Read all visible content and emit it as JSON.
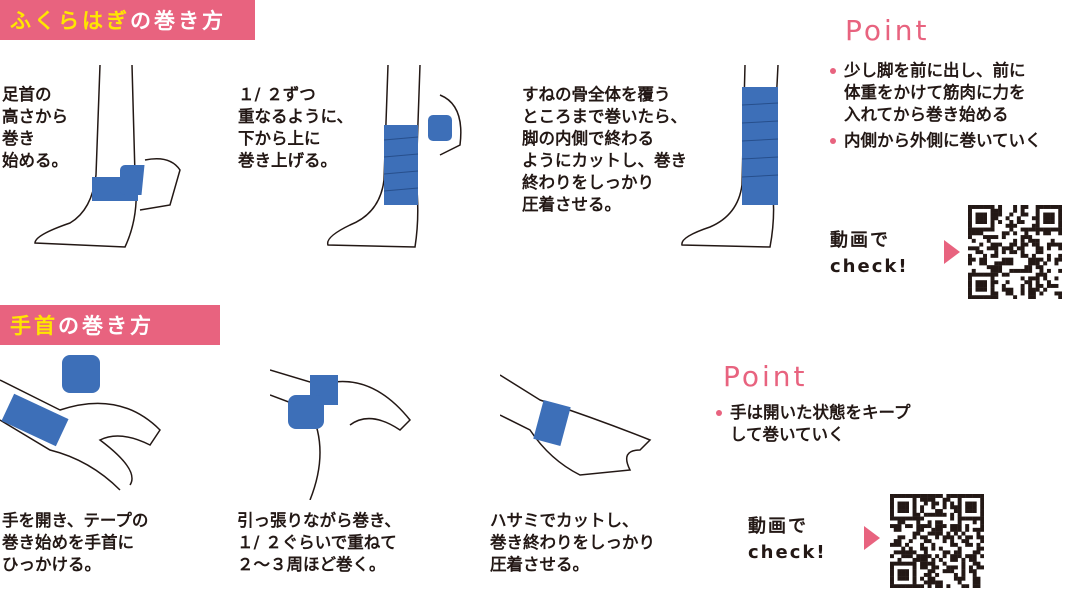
{
  "calf": {
    "title_highlight": "ふくらはぎ",
    "title_rest": "の巻き方",
    "steps": [
      "足首の\n高さから\n巻き\n始める。",
      "１/ ２ずつ\n重なるように、\n下から上に\n巻き上げる。",
      "すねの骨全体を覆う\nところまで巻いたら、\n脚の内側で終わる\nようにカットし、巻き\n終わりをしっかり\n圧着させる。"
    ],
    "point_title": "Point",
    "points": [
      "少し脚を前に出し、前に\n体重をかけて筋肉に力を\n入れてから巻き始める",
      "内側から外側に巻いていく"
    ],
    "video_label": "動画で\ncheck!"
  },
  "wrist": {
    "title_highlight": "手首",
    "title_rest": "の巻き方",
    "steps": [
      "手を開き、テープの\n巻き始めを手首に\nひっかける。",
      "引っ張りながら巻き、\n１/ ２ぐらいで重ねて\n２〜３周ほど巻く。",
      "ハサミでカットし、\n巻き終わりをしっかり\n圧着させる。"
    ],
    "point_title": "Point",
    "points": [
      "手は開いた状態をキープ\nして巻いていく"
    ],
    "video_label": "動画で\ncheck!"
  },
  "colors": {
    "accent": "#e8637f",
    "highlight": "#ffe600",
    "tape": "#3d6fb8"
  }
}
